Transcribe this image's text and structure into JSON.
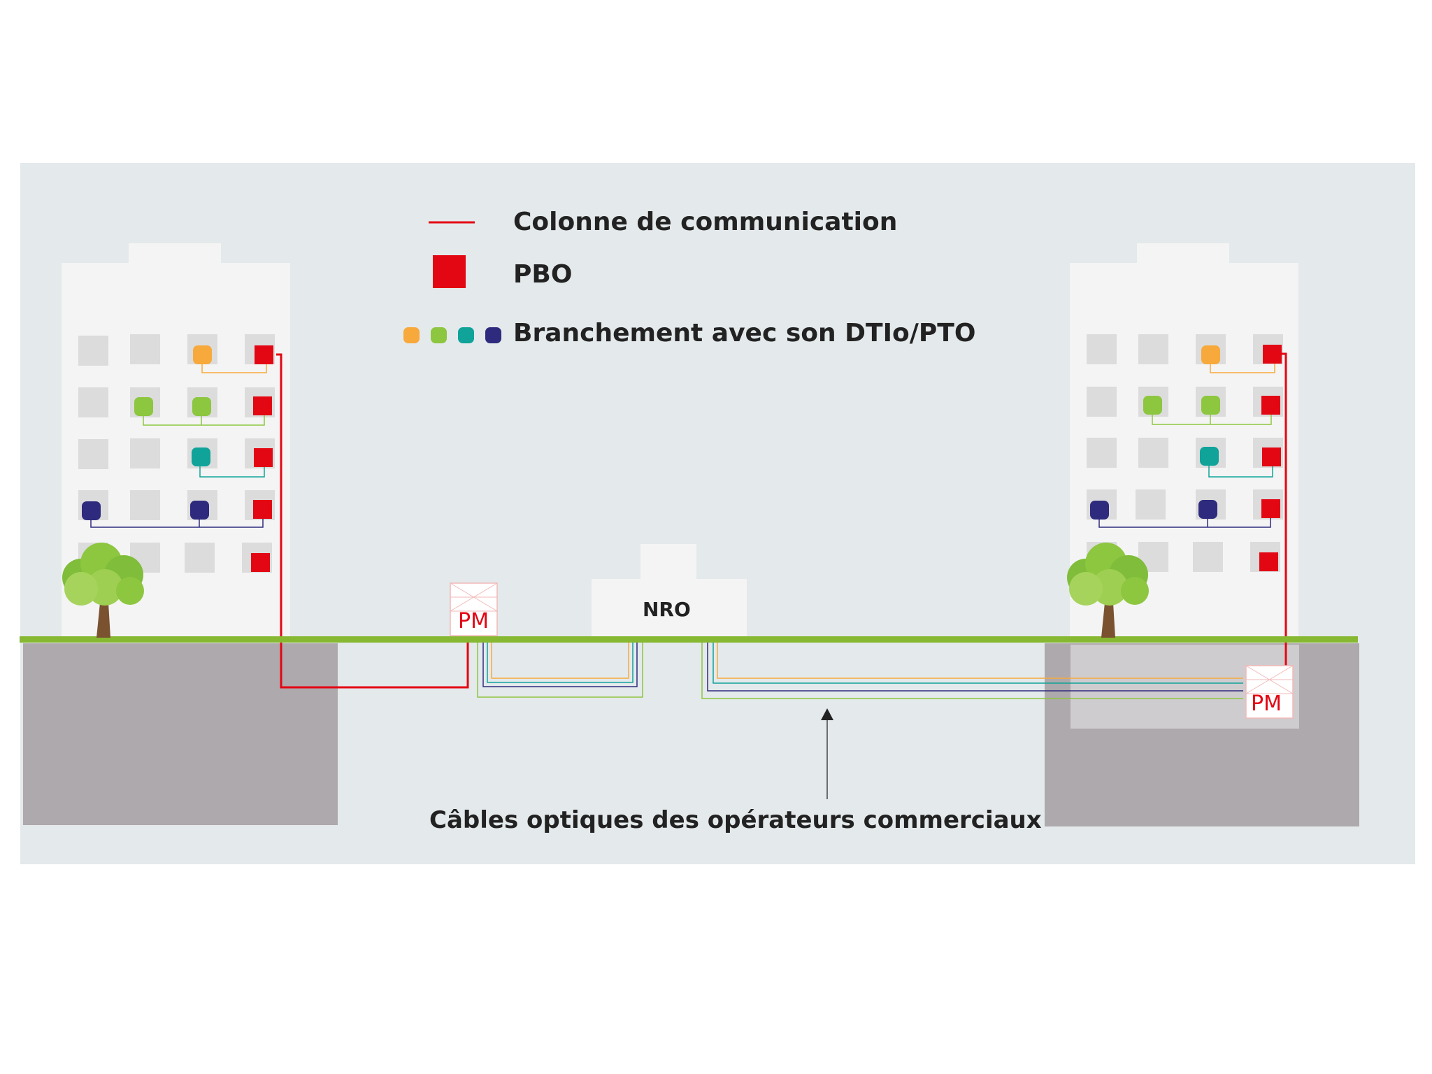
{
  "legend": {
    "column_label": "Colonne de communication",
    "pbo_label": "PBO",
    "branch_label": "Branchement avec son DTIo/PTO"
  },
  "nro_label": "NRO",
  "pm_left_label": "PM",
  "pm_right_label": "PM",
  "cables_label": "Câbles optiques des opérateurs commerciaux",
  "colors": {
    "column": "#e30613",
    "pbo": "#e30613",
    "orange": "#f7a93b",
    "green": "#8dc63f",
    "teal": "#0fa39a",
    "navy": "#2e2b7e",
    "ground": "#86b832",
    "soil": "#aea9ac",
    "background": "#e4e9eb"
  }
}
